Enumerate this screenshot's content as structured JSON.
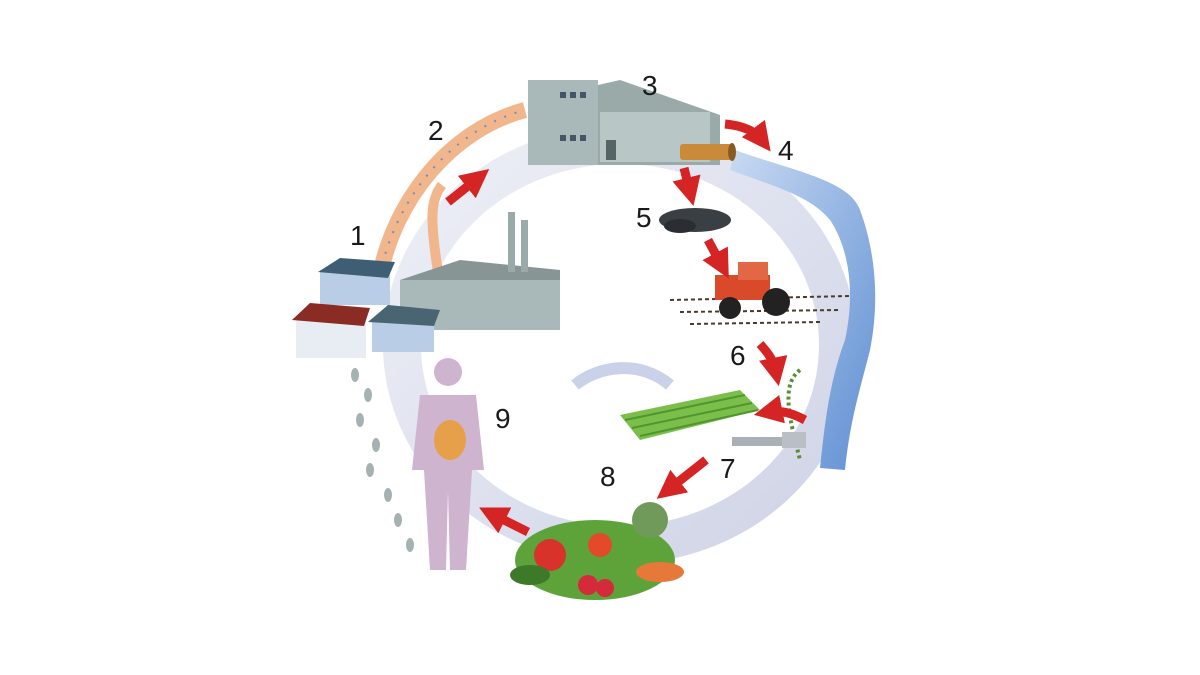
{
  "steps": [
    {
      "number": "1",
      "icon": "houses-and-factory-icon"
    },
    {
      "number": "2",
      "icon": "sewer-pipes-icon"
    },
    {
      "number": "3",
      "icon": "treatment-plant-icon"
    },
    {
      "number": "4",
      "icon": "outfall-pipe-icon"
    },
    {
      "number": "5",
      "icon": "sludge-icon"
    },
    {
      "number": "6",
      "icon": "tractor-field-icon"
    },
    {
      "number": "7",
      "icon": "irrigation-field-icon"
    },
    {
      "number": "8",
      "icon": "vegetables-icon"
    },
    {
      "number": "9",
      "icon": "human-body-icon"
    }
  ],
  "colors": {
    "cycle_ring": "#dcdfec",
    "arrow": "#d42424",
    "pipe": "#f2b68c",
    "river": "#7ea6dc",
    "building": "#a9b8b8",
    "human": "#cfb4cf",
    "footprints": "#a6b2b2"
  }
}
